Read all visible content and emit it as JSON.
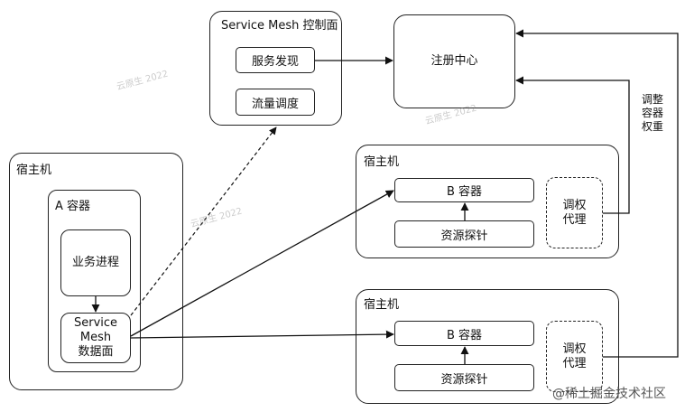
{
  "control_plane": {
    "title": "Service Mesh 控制面",
    "discovery": "服务发现",
    "traffic": "流量调度"
  },
  "registry": {
    "label": "注册中心"
  },
  "adjust_weight": [
    "调整",
    "容器",
    "权重"
  ],
  "host_a": {
    "title": "宿主机",
    "container": "A 容器",
    "business": "业务进程",
    "data_plane": [
      "Service",
      "Mesh",
      "数据面"
    ]
  },
  "host_b1": {
    "title": "宿主机",
    "container": "B 容器",
    "probe": "资源探针",
    "proxy": [
      "调权",
      "代理"
    ]
  },
  "host_b2": {
    "title": "宿主机",
    "container": "B 容器",
    "probe": "资源探针",
    "proxy": [
      "调权",
      "代理"
    ]
  },
  "watermark": "@稀土掘金技术社区"
}
